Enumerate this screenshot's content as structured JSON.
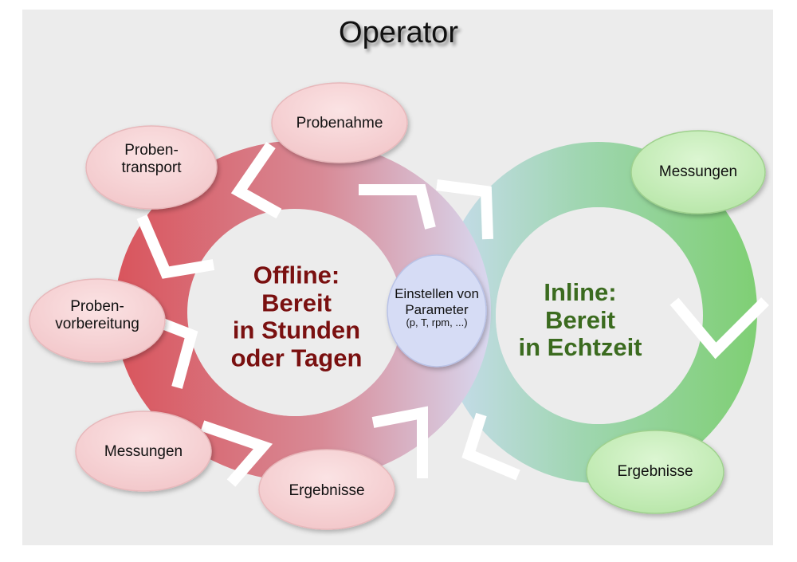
{
  "title": "Operator",
  "offline": {
    "title": "Offline:",
    "line2": "Bereit",
    "line3": "in Stunden",
    "line4": "oder Tagen",
    "steps": [
      "Probenahme",
      "Proben-",
      "transport",
      "Proben-",
      "vorbereitung",
      "Messungen",
      "Ergebnisse"
    ]
  },
  "inline": {
    "title": "Inline:",
    "line2": "Bereit",
    "line3": "in Echtzeit",
    "steps": [
      "Messungen",
      "Ergebnisse"
    ]
  },
  "center": {
    "line1": "Einstellen von",
    "line2": "Parameter",
    "line3": "(p, T, rpm, ...)"
  },
  "colors": {
    "offline_ring": "#d9646a",
    "inline_ring": "#7fc97a",
    "offline_bubble": "#f6d2d4",
    "inline_bubble": "#c9eebf",
    "center_bubble": "#d6dcf5",
    "offline_text": "#7a1010",
    "inline_text": "#3b6b1f"
  }
}
